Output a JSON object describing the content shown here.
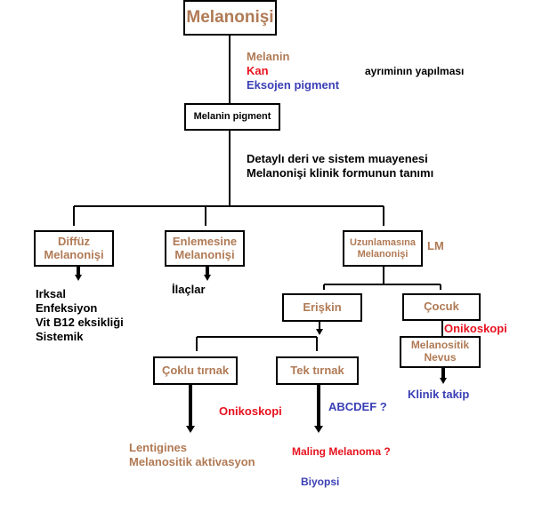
{
  "colors": {
    "brown": "#b07a55",
    "red": "#e8121f",
    "blue": "#3a3fb4",
    "black": "#000000"
  },
  "nodes": {
    "root": "Melanonişi",
    "pigment": "Melanin pigment",
    "diffuz": [
      "Diffüz",
      "Melanonişi"
    ],
    "enlemesine": [
      "Enlemesine",
      "Melanonişi"
    ],
    "uzunlamasina": [
      "Uzunlamasına",
      "Melanonişi"
    ],
    "eriskin": "Erişkin",
    "cocuk": "Çocuk",
    "coklu": "Çoklu tırnak",
    "tek": "Tek tırnak",
    "nevus": [
      "Melanositik",
      "Nevus"
    ]
  },
  "labels": {
    "differential": [
      "Melanin",
      "Kan",
      "Eksojen pigment"
    ],
    "differential_suffix": "ayrıminın yapılması",
    "exam": [
      "Detaylı deri ve sistem muayenesi",
      "Melanonişi klinik formunun tanımı"
    ],
    "lm": "LM",
    "diffuz_causes": [
      "Irksal",
      "Enfeksiyon",
      "Vit B12 eksikliği",
      "Sistemik"
    ],
    "drugs": "İlaçlar",
    "onikoskopi_left": "Onikoskopi",
    "abcdef": "ABCDEF ?",
    "onikoskopi_right": "Onikoskopi",
    "klinik_takip": "Klinik takip",
    "coklu_result": [
      "Lentigines",
      "Melanositik aktivasyon"
    ],
    "maling": "Maling Melanoma ?",
    "biyopsi": "Biyopsi"
  }
}
